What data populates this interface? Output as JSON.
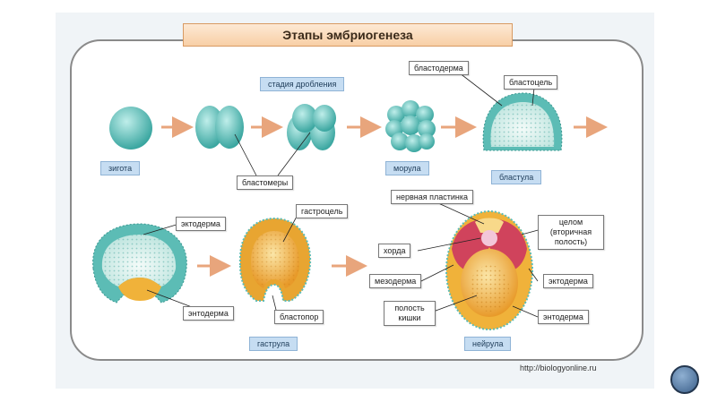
{
  "title": "Этапы эмбриогенеза",
  "labels": {
    "cleavage_stage": "стадия дробления",
    "blastoderm": "бластодерма",
    "blastocoel": "бластоцель",
    "zygote": "зигота",
    "blastomeres": "бластомеры",
    "morula": "морула",
    "blastula": "бластула",
    "ectoderm_left": "эктодерма",
    "gastrocoel": "гастроцель",
    "endoderm_left": "энтодерма",
    "blastopore": "бластопор",
    "gastrula": "гаструла",
    "neural_plate": "нервная пластинка",
    "chorda": "хорда",
    "coelom": "целом (вторичная полость)",
    "mesoderm": "мезодерма",
    "ectoderm_right": "эктодерма",
    "gut_cavity": "полость кишки",
    "endoderm_right": "энтодерма",
    "neurula": "нейрула"
  },
  "source_url": "http://biologyonline.ru",
  "colors": {
    "cell": "#5cbcb5",
    "cell_light": "#c8ecea",
    "yolk": "#f0b23a",
    "mesoderm": "#d0435c",
    "arrow": "#e8a57c",
    "accent_blue": "#c6ddf2"
  },
  "icons": {
    "nav": "circle-button-icon"
  }
}
